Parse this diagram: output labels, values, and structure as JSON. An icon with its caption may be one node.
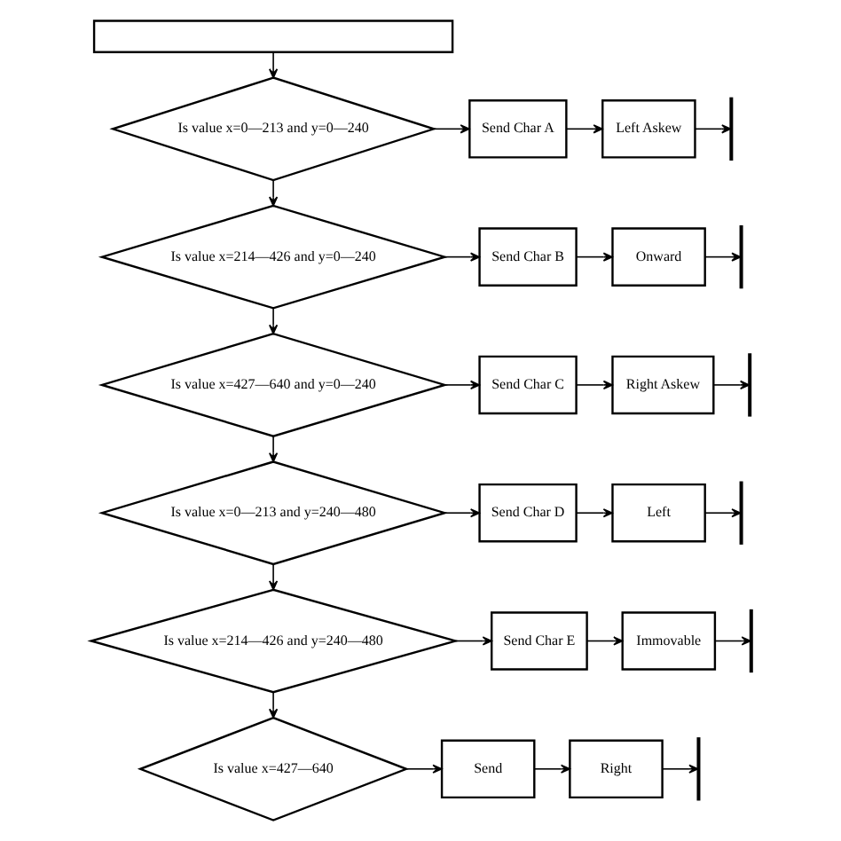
{
  "diagram": {
    "nodes": [
      {
        "text": [],
        "shape": "box"
      },
      {
        "text": [
          "Is value x=0—213 and y=0—240"
        ]
      },
      {
        "text": [
          "Send Char A"
        ]
      },
      {
        "text": [
          "Left Askew"
        ]
      },
      {
        "text": [
          "Is value x=214—426 and y=0—240"
        ]
      },
      {
        "text": [
          "Send Char B"
        ]
      },
      {
        "text": [
          "Onward"
        ]
      },
      {
        "text": [
          "Is value x=427—640 and y=0—240"
        ]
      },
      {
        "text": [
          "Send Char C"
        ]
      },
      {
        "text": [
          "Right Askew"
        ]
      },
      {
        "text": [
          "Is value x=0—213 and y=240—480"
        ]
      },
      {
        "text": [
          "Send Char D"
        ]
      },
      {
        "text": [
          "Left"
        ]
      },
      {
        "text": [
          "Is value x=214—426 and y=240—480"
        ]
      },
      {
        "text": [
          "Send Char E"
        ]
      },
      {
        "text": [
          "Immovable"
        ]
      },
      {
        "text": [
          "Is value x=427—640"
        ]
      },
      {
        "text": [
          "Send"
        ]
      },
      {
        "text": [
          "Right"
        ]
      }
    ],
    "edges": [
      {
        "from": 0,
        "to": 1,
        "arrow": "to"
      },
      {
        "from": 1,
        "to": 2,
        "arrow": "to"
      },
      {
        "from": 2,
        "to": 3,
        "arrow": "to"
      },
      {
        "from": 3,
        "to": null,
        "arrow": "to"
      },
      {
        "from": 1,
        "to": 4,
        "arrow": "to"
      },
      {
        "from": 4,
        "to": 5,
        "arrow": "to"
      },
      {
        "from": 5,
        "to": 6,
        "arrow": "to"
      },
      {
        "from": 6,
        "to": null,
        "arrow": "to"
      },
      {
        "from": 4,
        "to": 7,
        "arrow": "to"
      },
      {
        "from": 7,
        "to": 8,
        "arrow": "to"
      },
      {
        "from": 8,
        "to": 9,
        "arrow": "to"
      },
      {
        "from": 9,
        "to": null,
        "arrow": "to"
      },
      {
        "from": 7,
        "to": 10,
        "arrow": "to"
      },
      {
        "from": 10,
        "to": 11,
        "arrow": "to"
      },
      {
        "from": 11,
        "to": 12,
        "arrow": "to"
      },
      {
        "from": 12,
        "to": null,
        "arrow": "to"
      },
      {
        "from": 10,
        "to": 13,
        "arrow": "to"
      },
      {
        "from": 13,
        "to": 14,
        "arrow": "to"
      },
      {
        "from": 14,
        "to": 15,
        "arrow": "to"
      },
      {
        "from": 15,
        "to": null,
        "arrow": "to"
      },
      {
        "from": 13,
        "to": 16,
        "arrow": "to"
      },
      {
        "from": 16,
        "to": 17,
        "arrow": "to"
      },
      {
        "from": 17,
        "to": 18,
        "arrow": "to"
      },
      {
        "from": 18,
        "to": null,
        "arrow": "to"
      }
    ]
  }
}
